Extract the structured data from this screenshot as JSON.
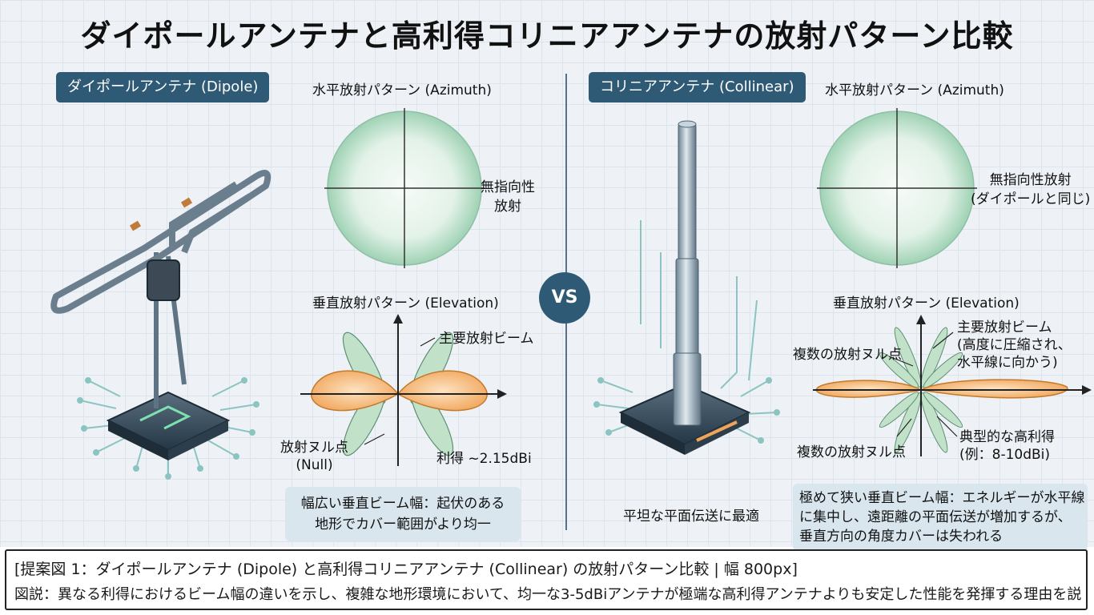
{
  "title": "ダイポールアンテナと高利得コリニアアンテナの放射パターン比較",
  "vs": "VS",
  "left": {
    "badge": "ダイポールアンテナ (Dipole)",
    "azimuth_title": "水平放射パターン (Azimuth)",
    "azimuth_label_1": "無指向性",
    "azimuth_label_2": "放射",
    "elevation_title": "垂直放射パターン (Elevation)",
    "main_beam": "主要放射ビーム",
    "null_1": "放射ヌル点",
    "null_2": "(Null)",
    "gain": "利得 ~2.15dBi",
    "note_1": "幅広い垂直ビーム幅：起伏のある",
    "note_2": "地形でカバー範囲がより均一"
  },
  "right": {
    "badge": "コリニアアンテナ (Collinear)",
    "azimuth_title": "水平放射パターン (Azimuth)",
    "azimuth_label_1": "無指向性放射",
    "azimuth_label_2": "(ダイポールと同じ)",
    "elevation_title": "垂直放射パターン (Elevation)",
    "null_top": "複数の放射ヌル点",
    "null_bottom": "複数の放射ヌル点",
    "main_beam_1": "主要放射ビーム",
    "main_beam_2": "(高度に圧縮され、",
    "main_beam_3": "水平線に向かう)",
    "gain_1": "典型的な高利得",
    "gain_2": "(例：8-10dBi)",
    "flat_label": "平坦な平面伝送に最適",
    "note_1": "極めて狭い垂直ビーム幅：エネルギーが水平線",
    "note_2": "に集中し、遠距離の平面伝送が増加するが、",
    "note_3": "垂直方向の角度カバーは失われる"
  },
  "caption": {
    "line1": "[提案図 1：ダイポールアンテナ (Dipole) と高利得コリニアアンテナ (Collinear) の放射パターン比較 | 幅 800px]",
    "line2": "図説：異なる利得におけるビーム幅の違いを示し、複雑な地形環境において、均一な3-5dBiアンテナが極端な高利得アンテナよりも安定した性能を発揮する理由を説"
  },
  "colors": {
    "accent": "#2f5a76",
    "lobe_orange": "#f2b06a",
    "lobe_green": "#b9dcc4",
    "circle_green": "#c5e6d2"
  }
}
